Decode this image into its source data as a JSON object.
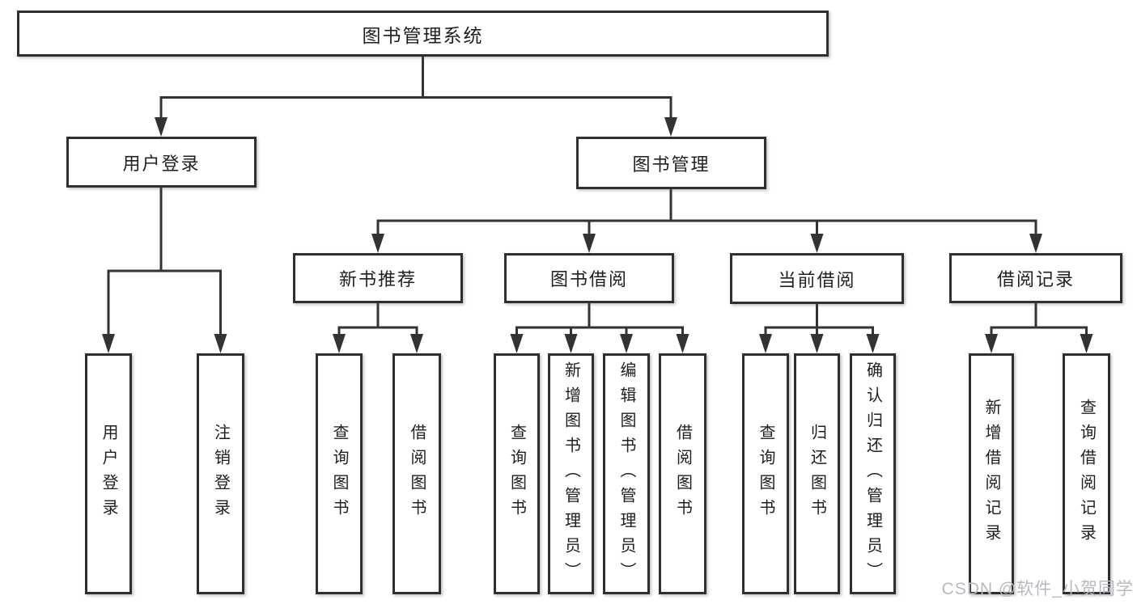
{
  "diagram": {
    "title": "图书管理系统",
    "branches": {
      "user_login": {
        "label": "用户登录",
        "children": {
          "login": "用户登录",
          "logout": "注销登录"
        }
      },
      "book_mgmt": {
        "label": "图书管理",
        "sections": {
          "new_book": {
            "label": "新书推荐",
            "children": {
              "query_books": "查询图书",
              "borrow_books": "借阅图书"
            }
          },
          "book_borrow": {
            "label": "图书借阅",
            "children": {
              "query_books": "查询图书",
              "add_books": "新增图书（管理员）",
              "edit_books": "编辑图书（管理员）",
              "borrow_books": "借阅图书"
            }
          },
          "current_borrow": {
            "label": "当前借阅",
            "children": {
              "query_books": "查询图书",
              "return_books": "归还图书",
              "confirm_return": "确认归还（管理员）"
            }
          },
          "borrow_records": {
            "label": "借阅记录",
            "children": {
              "add_record": "新增借阅记录",
              "query_record": "查询借阅记录"
            }
          }
        }
      }
    },
    "colors": {
      "line": "#333333",
      "box_border": "#2f2f2f",
      "text": "#1f1f1f",
      "background": "#ffffff",
      "watermark": "#b7bac0"
    }
  },
  "watermark": {
    "text": "CSDN @软件_小贺同学"
  }
}
